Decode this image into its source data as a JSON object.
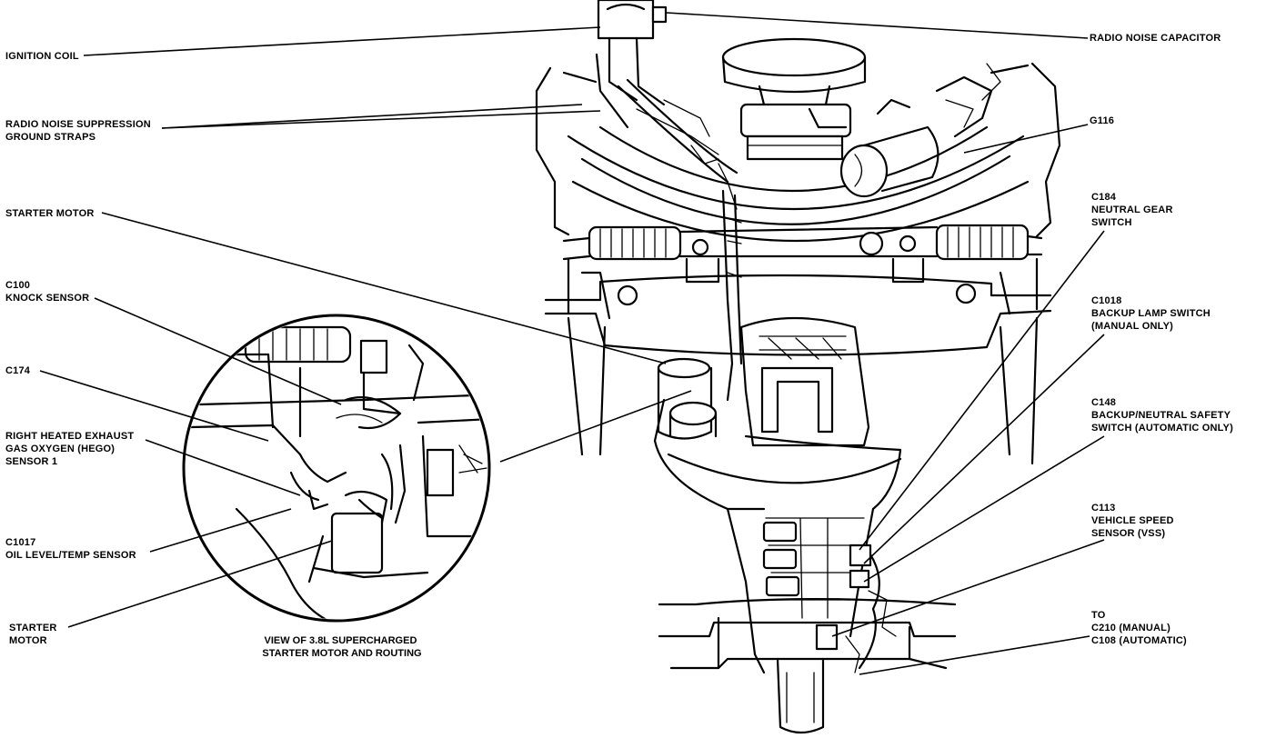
{
  "labels": {
    "ignition_coil": "IGNITION COIL",
    "radio_noise_ground_straps": [
      "RADIO NOISE SUPPRESSION",
      "GROUND STRAPS"
    ],
    "starter_motor_top": "STARTER MOTOR",
    "c100_knock_sensor": [
      "C100",
      "KNOCK SENSOR"
    ],
    "c174": "C174",
    "hego_sensor": [
      "RIGHT HEATED EXHAUST",
      "GAS OXYGEN (HEGO)",
      "SENSOR 1"
    ],
    "c1017_oil_sensor": [
      "C1017",
      "OIL LEVEL/TEMP SENSOR"
    ],
    "starter_motor_bottom": [
      "STARTER",
      "MOTOR"
    ],
    "view_caption": [
      "VIEW OF 3.8L SUPERCHARGED",
      "STARTER MOTOR AND ROUTING"
    ],
    "radio_noise_capacitor": "RADIO NOISE CAPACITOR",
    "g116": "G116",
    "c184_neutral_gear": [
      "C184",
      "NEUTRAL GEAR",
      "SWITCH"
    ],
    "c1018_backup_lamp": [
      "C1018",
      "BACKUP LAMP SWITCH",
      "(MANUAL ONLY)"
    ],
    "c148_backup_neutral": [
      "C148",
      "BACKUP/NEUTRAL SAFETY",
      "SWITCH (AUTOMATIC ONLY)"
    ],
    "c113_vss": [
      "C113",
      "VEHICLE SPEED",
      "SENSOR (VSS)"
    ],
    "to_c210_c108": [
      "TO",
      "C210 (MANUAL)",
      "C108 (AUTOMATIC)"
    ]
  }
}
